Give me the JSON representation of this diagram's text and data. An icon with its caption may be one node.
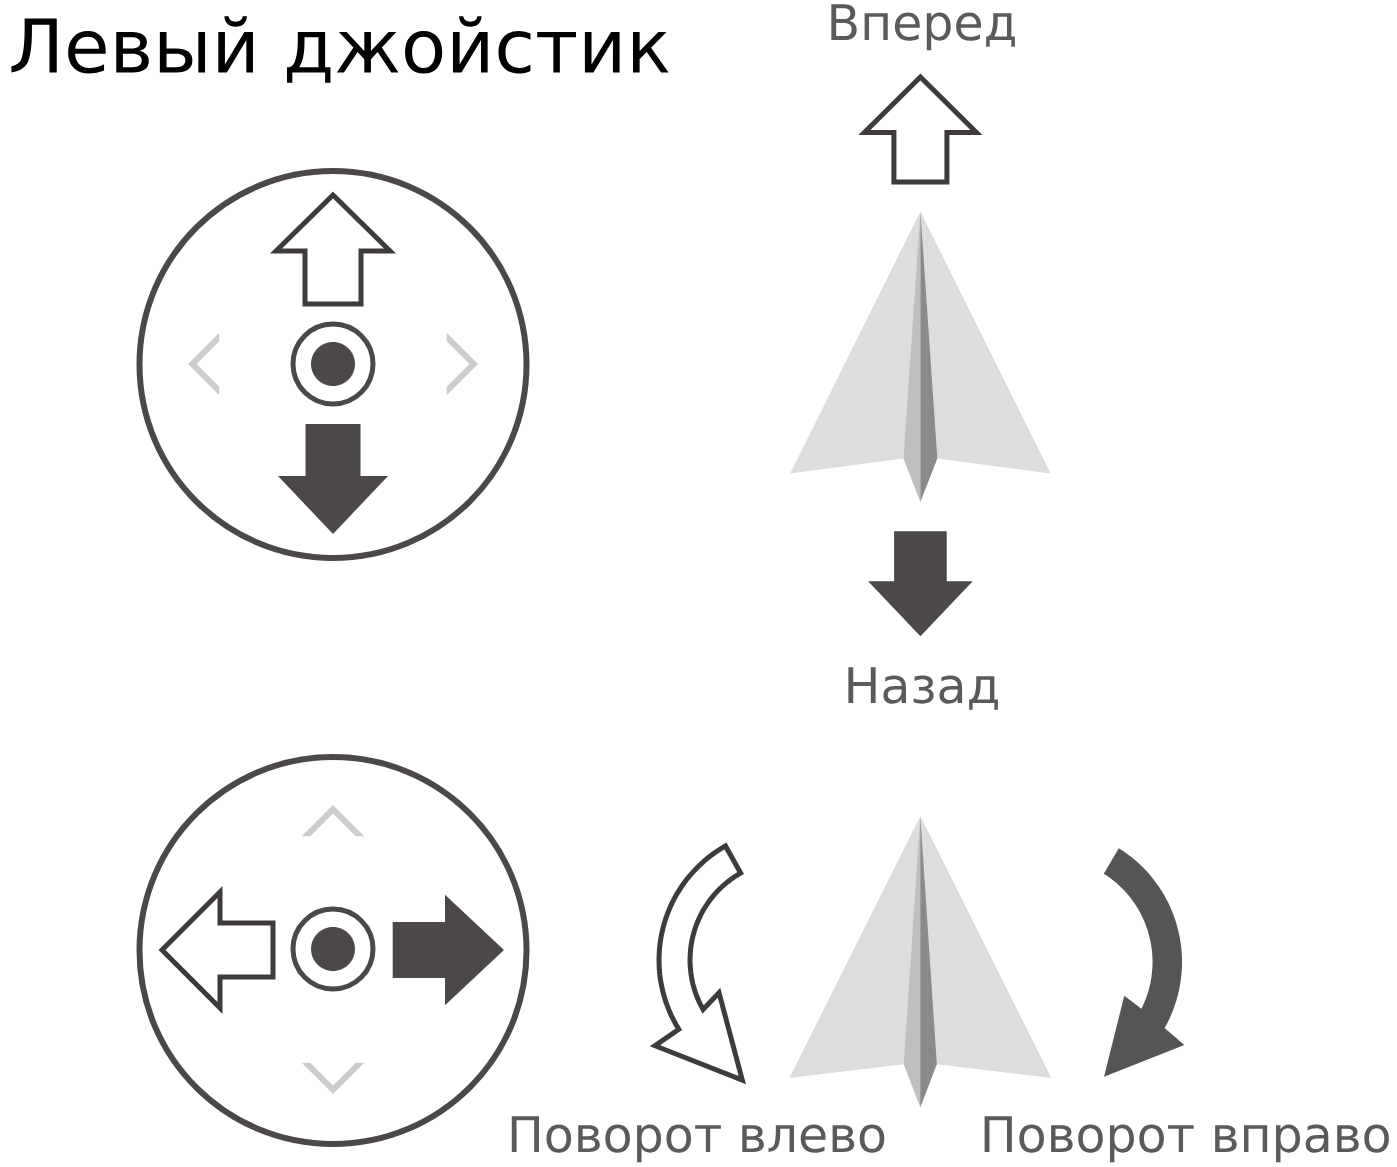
{
  "diagram": {
    "title": "Левый джойстик",
    "labels": [
      "Вперед",
      "Назад",
      "Поворот влево",
      "Поворот вправо"
    ]
  }
}
